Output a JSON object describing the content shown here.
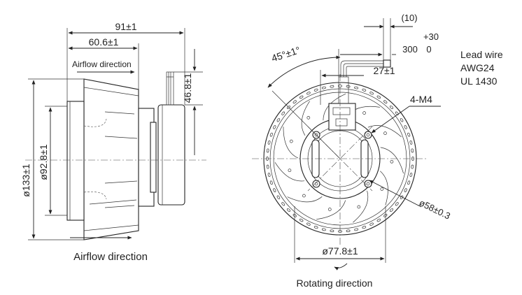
{
  "side_view": {
    "dim_total_width": "91±1",
    "dim_inlet_width": "60.6±1",
    "airflow_label_top": "Airflow direction",
    "dim_height": "46.8±1",
    "dim_outer_dia": "ø133±1",
    "dim_inner_dia": "ø92.8±1",
    "airflow_label_bottom": "Airflow direction"
  },
  "front_view": {
    "dim_angle": "45°±1°",
    "dim_lead_offset": "(10)",
    "tol_upper": "+30",
    "tol_length": "300",
    "tol_lower": "0",
    "dim_lead_strip": "27±1",
    "dim_screws": "4-M4",
    "dim_hub": "ø58±0.3",
    "dim_ring": "ø77.8±1",
    "rotating_label": "Rotating direction"
  },
  "lead_wire": {
    "line1": "Lead wire",
    "line2": "AWG24",
    "line3": "UL 1430"
  }
}
